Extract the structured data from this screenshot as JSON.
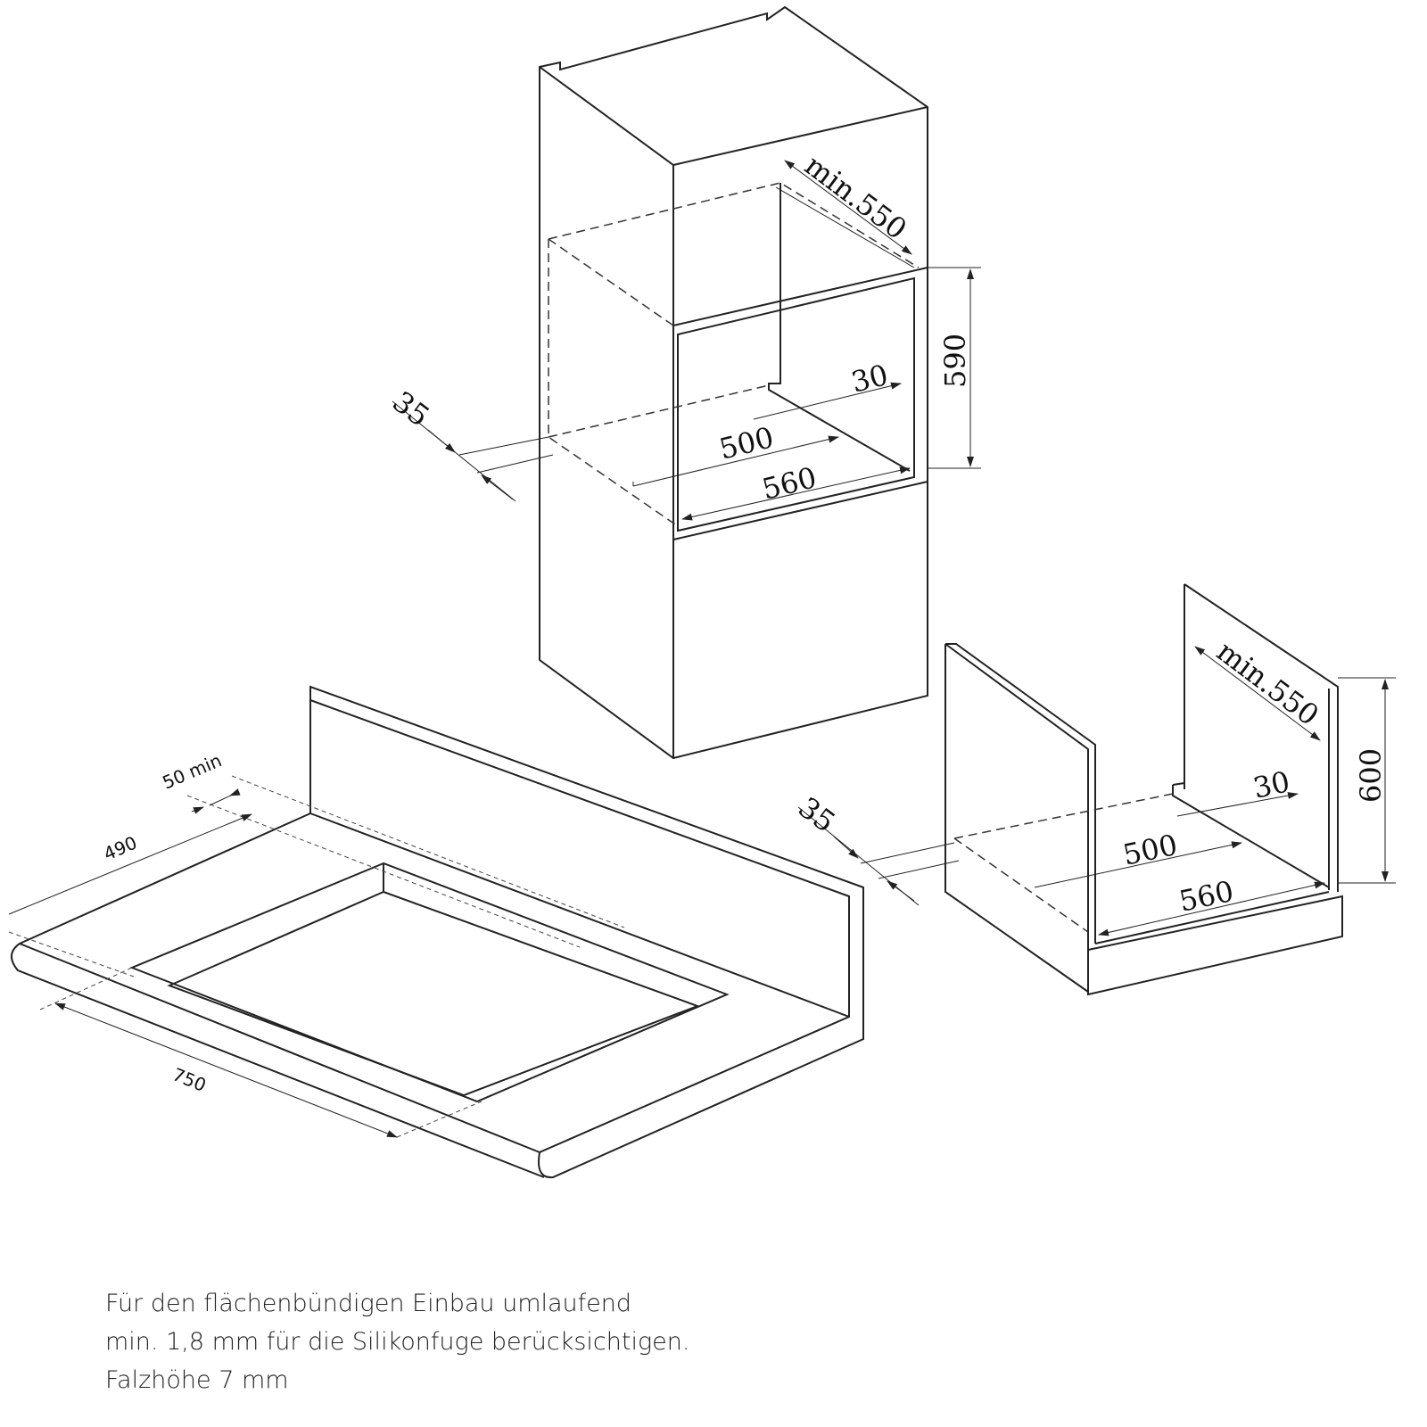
{
  "tall_cabinet": {
    "depth": "min.550",
    "height": "590",
    "rail": "30",
    "inner_width": "500",
    "width": "560",
    "offset": "35"
  },
  "base_cabinet": {
    "depth": "min.550",
    "height": "600",
    "rail": "30",
    "inner_width": "500",
    "width": "560",
    "offset": "35"
  },
  "worktop": {
    "depth": "490",
    "back_margin": "50 min",
    "width": "750"
  },
  "note": {
    "line1": "Für den flächenbündigen Einbau umlaufend",
    "line2": "min. 1,8 mm für die Silikonfuge berücksichtigen.",
    "line3": "Falzhöhe 7 mm"
  }
}
